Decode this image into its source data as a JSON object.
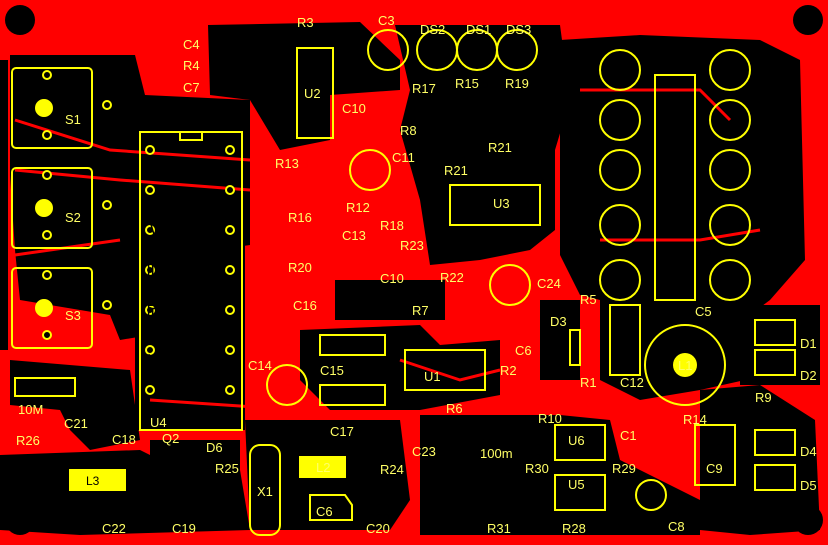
{
  "board": {
    "colors": {
      "copper": "#ff0000",
      "silk": "#ffff00",
      "background": "#000000"
    },
    "title_lines": [
      "W8",
      "DIZ",
      "PLL",
      "V3"
    ],
    "labels": {
      "C4": "C4",
      "R4": "R4",
      "C7": "C7",
      "R3": "R3",
      "C3": "C3",
      "DS2": "DS2",
      "DS1": "DS1",
      "DS3": "DS3",
      "R17": "R17",
      "R15": "R15",
      "R19": "R19",
      "S1": "S1",
      "S2": "S2",
      "S3": "S3",
      "U2": "U2",
      "C10": "C10",
      "R8": "R8",
      "C11": "C11",
      "R21": "R21",
      "R13": "R13",
      "R12": "R12",
      "R18": "R18",
      "U3": "U3",
      "R16": "R16",
      "C13": "C13",
      "R23": "R23",
      "R20": "R20",
      "R22": "R22",
      "C24": "C24",
      "C16": "C16",
      "R7": "R7",
      "R5": "R5",
      "C5": "C5",
      "D3": "D3",
      "C6": "C6",
      "L1": "L1",
      "D1": "D1",
      "D2": "D2",
      "C14": "C14",
      "C15": "C15",
      "U1": "U1",
      "R2": "R2",
      "R1": "R1",
      "C12": "C12",
      "10M": "10M",
      "R6": "R6",
      "R10": "R10",
      "C17": "C17",
      "R9": "R9",
      "C21": "C21",
      "C1": "C1",
      "R14": "R14",
      "U4": "U4",
      "C18": "C18",
      "Q2": "Q2",
      "D6": "D6",
      "U6": "U6",
      "D4": "D4",
      "R26": "R26",
      "C23": "C23",
      "100m": "100m",
      "R25": "R25",
      "L2": "L2",
      "R24": "R24",
      "R30": "R30",
      "R29": "R29",
      "C9": "C9",
      "L3": "L3",
      "X1": "X1",
      "U5": "U5",
      "D5": "D5",
      "C6b": "C6",
      "C22": "C22",
      "C19": "C19",
      "C20": "C20",
      "R31": "R31",
      "R28": "R28",
      "C8": "C8"
    }
  }
}
